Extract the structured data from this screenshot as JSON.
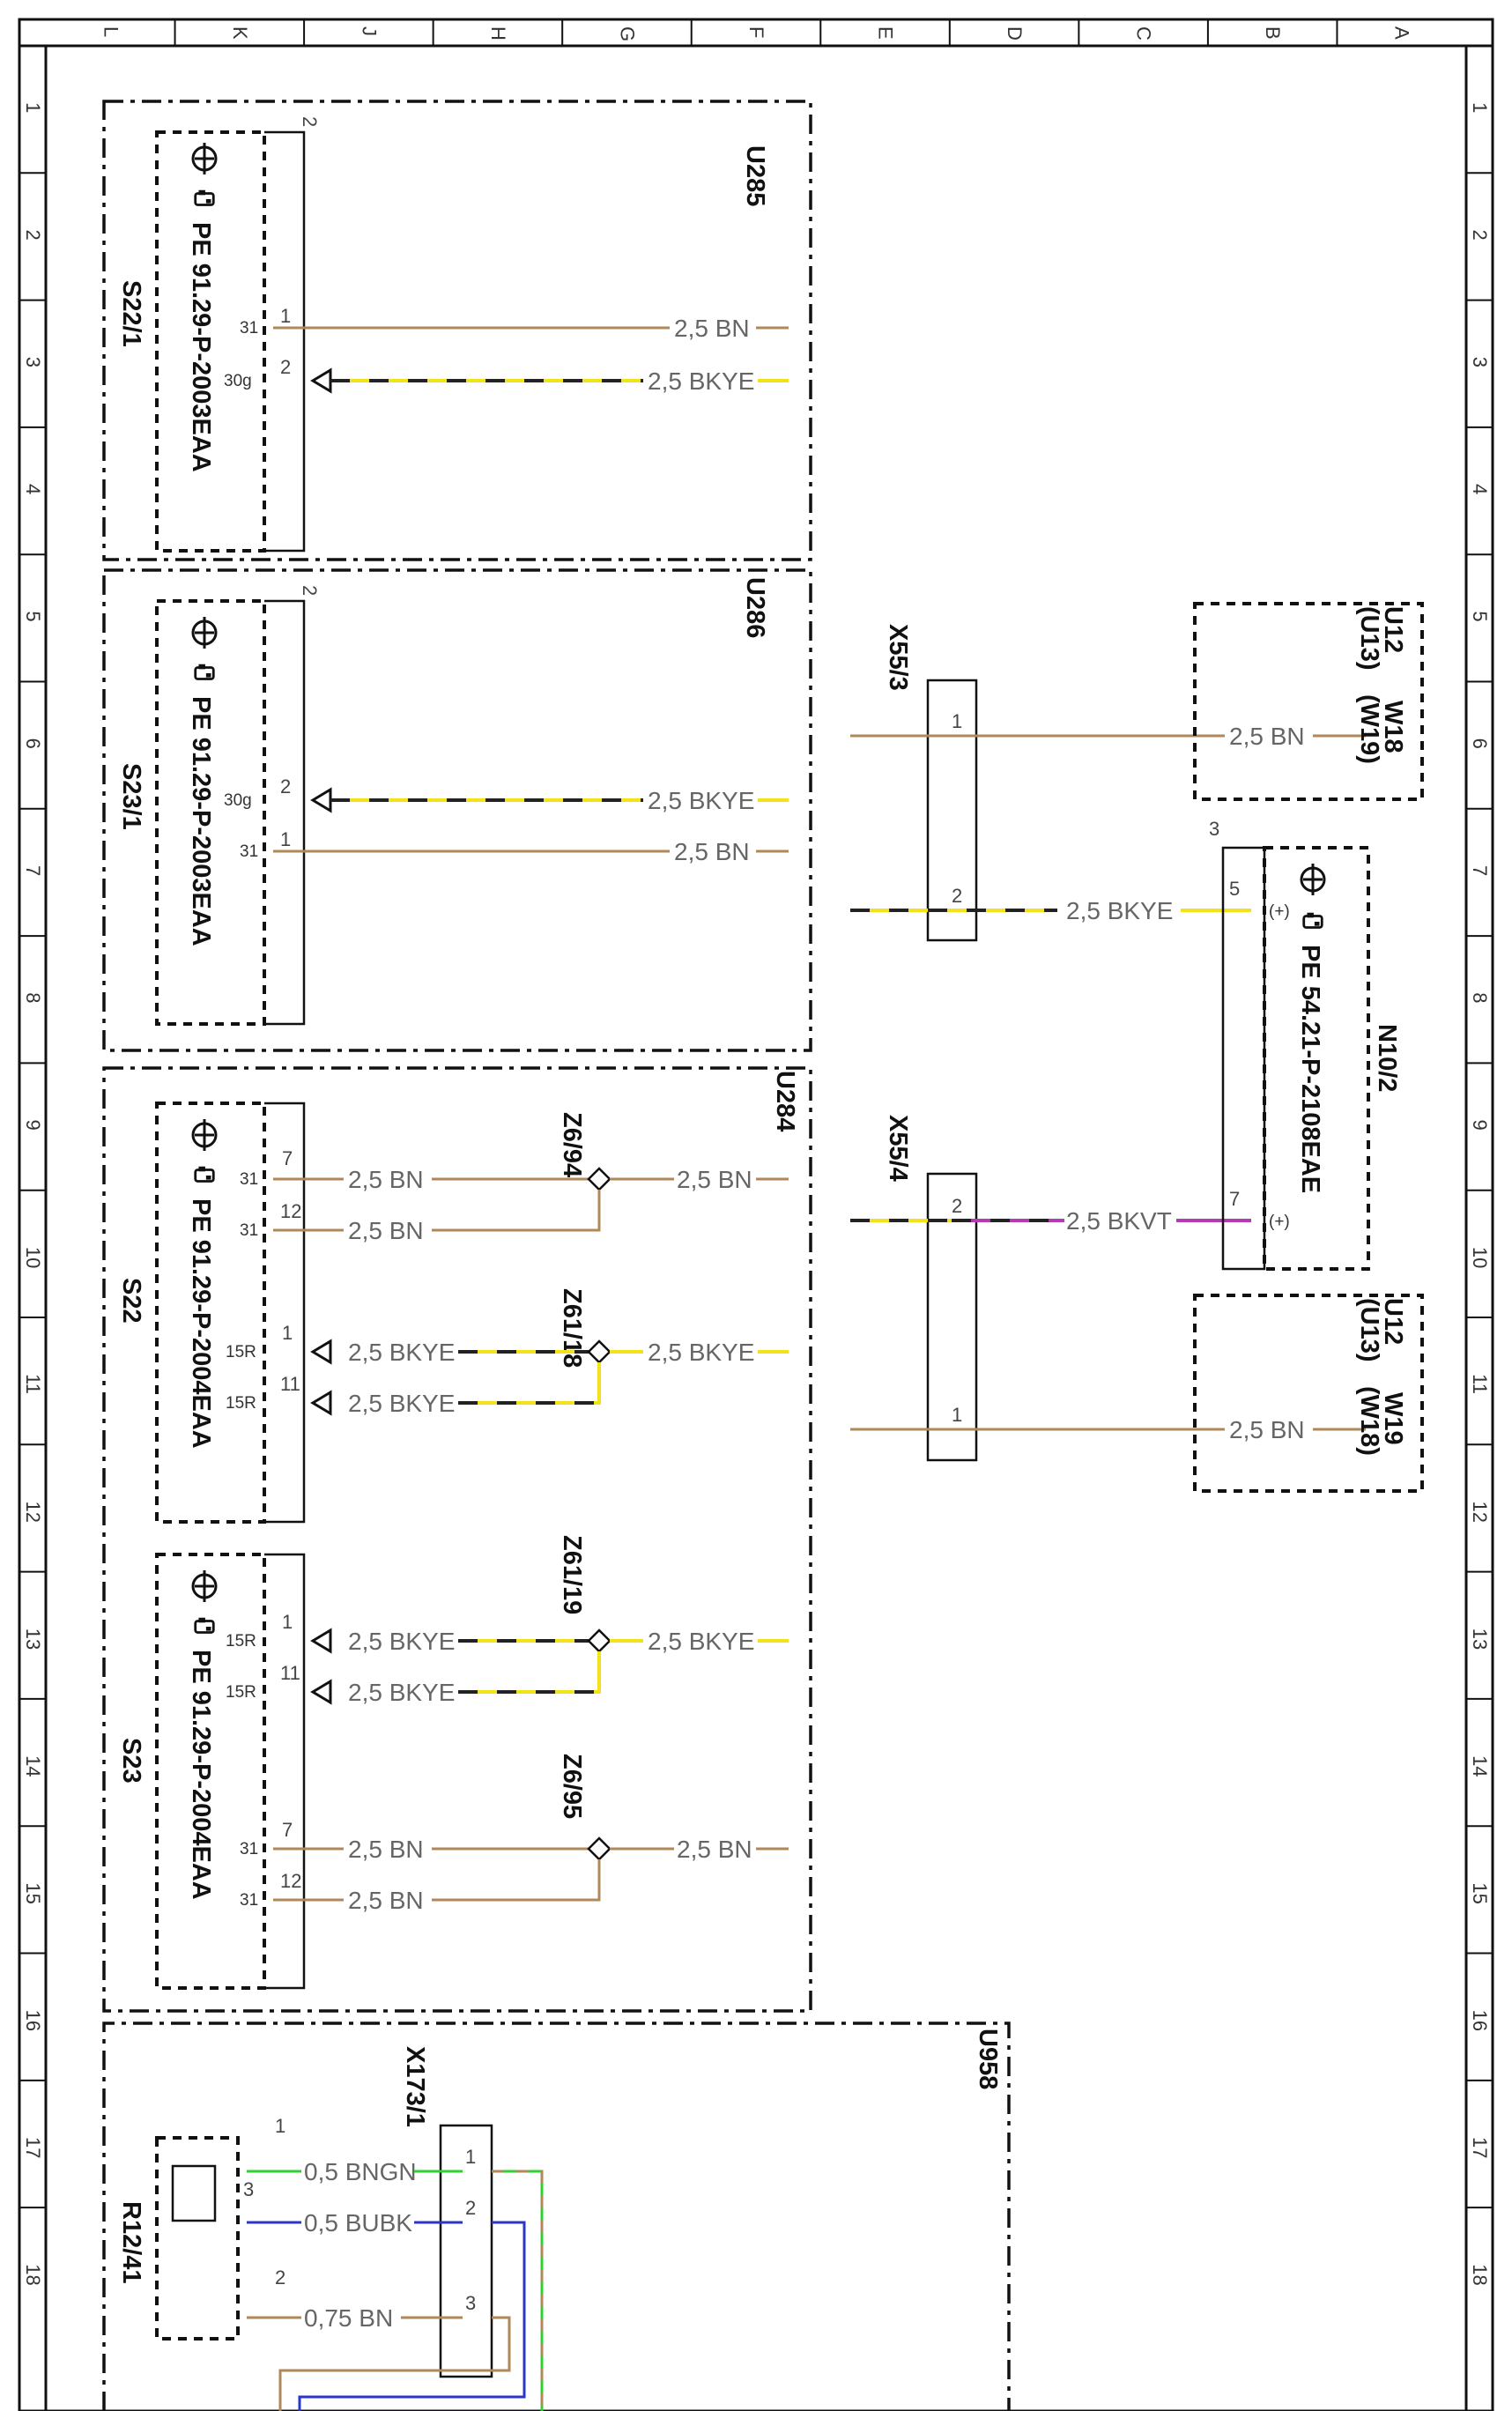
{
  "colors": {
    "bn": "#b0895a",
    "ye": "#f2e21a",
    "bk": "#222222",
    "vt": "#b43bb4",
    "gn": "#2fd12f",
    "bu": "#2b35c8"
  },
  "grid_columns": [
    "L",
    "K",
    "J",
    "H",
    "G",
    "F",
    "E",
    "D",
    "C",
    "B",
    "A"
  ],
  "grid_rows": [
    "1",
    "2",
    "3",
    "4",
    "5",
    "6",
    "7",
    "8",
    "9",
    "10",
    "11",
    "12",
    "13",
    "14",
    "15",
    "16",
    "17",
    "18"
  ],
  "components": {
    "u285": "U285",
    "u286": "U286",
    "u284": "U284",
    "u958": "U958",
    "s22_1": "S22/1",
    "s23_1": "S23/1",
    "s22": "S22",
    "s23": "S23",
    "r12_41": "R12/41",
    "x173_1": "X173/1",
    "x55_3": "X55/3",
    "x55_4": "X55/4",
    "n10_2": "N10/2",
    "z6_94": "Z6/94",
    "z61_18": "Z61/18",
    "z61_19": "Z61/19",
    "z6_95": "Z6/95",
    "ref_top_1": "U12",
    "ref_top_2": "(U13)",
    "ref_top_3": "W18",
    "ref_top_4": "(W19)",
    "ref_bot_1": "U12",
    "ref_bot_2": "(U13)",
    "ref_bot_3": "W19",
    "ref_bot_4": "(W18)"
  },
  "part_numbers": {
    "s22_1": "PE 91.29-P-2003EAA",
    "s23_1": "PE 91.29-P-2003EAA",
    "s22": "PE 91.29-P-2004EAA",
    "s23": "PE 91.29-P-2004EAA",
    "n10_2": "PE 54.21-P-2108EAE"
  },
  "wires": {
    "bn25": "2,5 BN",
    "bkye25": "2,5 BKYE",
    "bkvt25": "2,5 BKVT",
    "bngn05": "0,5 BNGN",
    "bubk05": "0,5 BUBK",
    "bn075": "0,75 BN"
  },
  "pins": {
    "p31": "31",
    "p30g": "30g",
    "p15R": "15R",
    "plus": "(+)",
    "n1": "1",
    "n2": "2",
    "n3": "3",
    "n5": "5",
    "n7": "7",
    "n11": "11",
    "n12": "12"
  }
}
